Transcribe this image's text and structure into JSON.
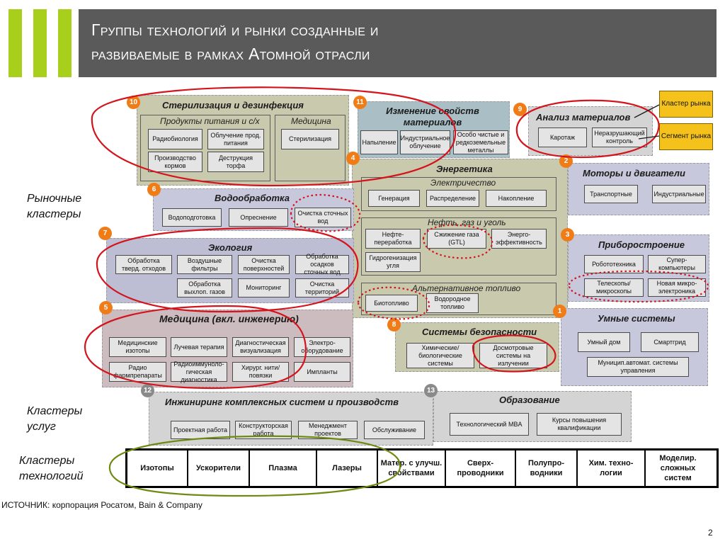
{
  "header": {
    "title_line1": "Группы технологий и рынки созданные и",
    "title_line2": "развиваемые в рамках Атомной отрасли"
  },
  "side_labels": {
    "market": "Рыночные кластеры",
    "services": "Кластеры услуг",
    "tech": "Кластеры технологий"
  },
  "clusters": {
    "sterilization": {
      "badge": "10",
      "title": "Стерилизация и дезинфекция",
      "food_title": "Продукты питания и с/х",
      "med_title": "Медицина",
      "items": [
        "Радиобиология",
        "Облучение прод. питания",
        "Производство кормов",
        "Деструкция торфа",
        "Стерилизация"
      ]
    },
    "materials": {
      "badge": "11",
      "title": "Изменение свойств материалов",
      "items": [
        "Напыление",
        "Индустриальное облучение",
        "Особо чистые и редкоземельные металлы"
      ]
    },
    "analysis": {
      "badge": "9",
      "title": "Анализ материалов",
      "items": [
        "Каротаж",
        "Неразрушающий контроль"
      ]
    },
    "energy": {
      "badge": "4",
      "title": "Энергетика",
      "electricity_title": "Электричество",
      "electricity_items": [
        "Генерация",
        "Распределение",
        "Накопление"
      ],
      "oil_title": "Нефть, газ и уголь",
      "oil_items": [
        "Нефте-переработка",
        "Сжижение газа (GTL)",
        "Энерго-эффективность",
        "Гидрогенизация угля"
      ],
      "alt_title": "Альтернативное топливо",
      "alt_items": [
        "Биотопливо",
        "Водородное топливо"
      ]
    },
    "motors": {
      "badge": "2",
      "title": "Моторы и двигатели",
      "items": [
        "Транспортные",
        "Индустриальные"
      ]
    },
    "water": {
      "badge": "6",
      "title": "Водообработка",
      "items": [
        "Водоподготовка",
        "Опреснение",
        "Очистка сточных вод"
      ]
    },
    "instruments": {
      "badge": "3",
      "title": "Приборостроение",
      "items": [
        "Робототехника",
        "Супер-компьютеры",
        "Телескопы/ микроскопы",
        "Новая микро-электроника"
      ]
    },
    "ecology": {
      "badge": "7",
      "title": "Экология",
      "items": [
        "Обработка тверд. отходов",
        "Воздушные фильтры",
        "Очистка поверхностей",
        "Обработка осадков сточных вод",
        "Обработка выхлоп. газов",
        "Мониторинг",
        "Очистка территорий"
      ]
    },
    "medicine": {
      "badge": "5",
      "title": "Медицина (вкл. инженерию)",
      "items": [
        "Медицинские изотопы",
        "Лучевая терапия",
        "Диагностическая визуализация",
        "Электро-оборудование",
        "Радио фармпрепараты",
        "Радиоиммуноло-гическая диагностика",
        "Хирург. нити/ повязки",
        "Импланты"
      ]
    },
    "smart": {
      "badge": "1",
      "title": "Умные системы",
      "items": [
        "Умный дом",
        "Смартгрид",
        "Муницип.автомат. системы управления"
      ]
    },
    "security": {
      "badge": "8",
      "title": "Системы безопасности",
      "items": [
        "Химические/ биологические системы",
        "Досмотровые системы на излучении"
      ]
    },
    "engineering": {
      "badge": "12",
      "title": "Инжиниринг комплексных систем и производств",
      "items": [
        "Проектная работа",
        "Конструкторская работа",
        "Менеджмент проектов",
        "Обслуживание"
      ]
    },
    "education": {
      "badge": "13",
      "title": "Образование",
      "items": [
        "Технологический MBA",
        "Курсы повышения квалификации"
      ]
    }
  },
  "callouts": {
    "cluster": "Кластер рынка",
    "segment": "Сегмент рынка"
  },
  "tech_row": [
    "Изотопы",
    "Ускорители",
    "Плазма",
    "Лазеры",
    "Матер. с улучш. свойствами",
    "Сверх-проводники",
    "Полупро-водники",
    "Хим. техно-логии",
    "Моделир. сложных систем"
  ],
  "source": "ИСТОЧНИК: корпорация Росатом, Bain & Company",
  "page_number": "2",
  "colors": {
    "accent_green": "#a7cf1c",
    "header_bg": "#5a5a5a",
    "badge_orange": "#f07c18",
    "highlight_red": "#d4141c",
    "highlight_olive": "#6f8a12",
    "callout_yellow": "#f4c21a"
  }
}
